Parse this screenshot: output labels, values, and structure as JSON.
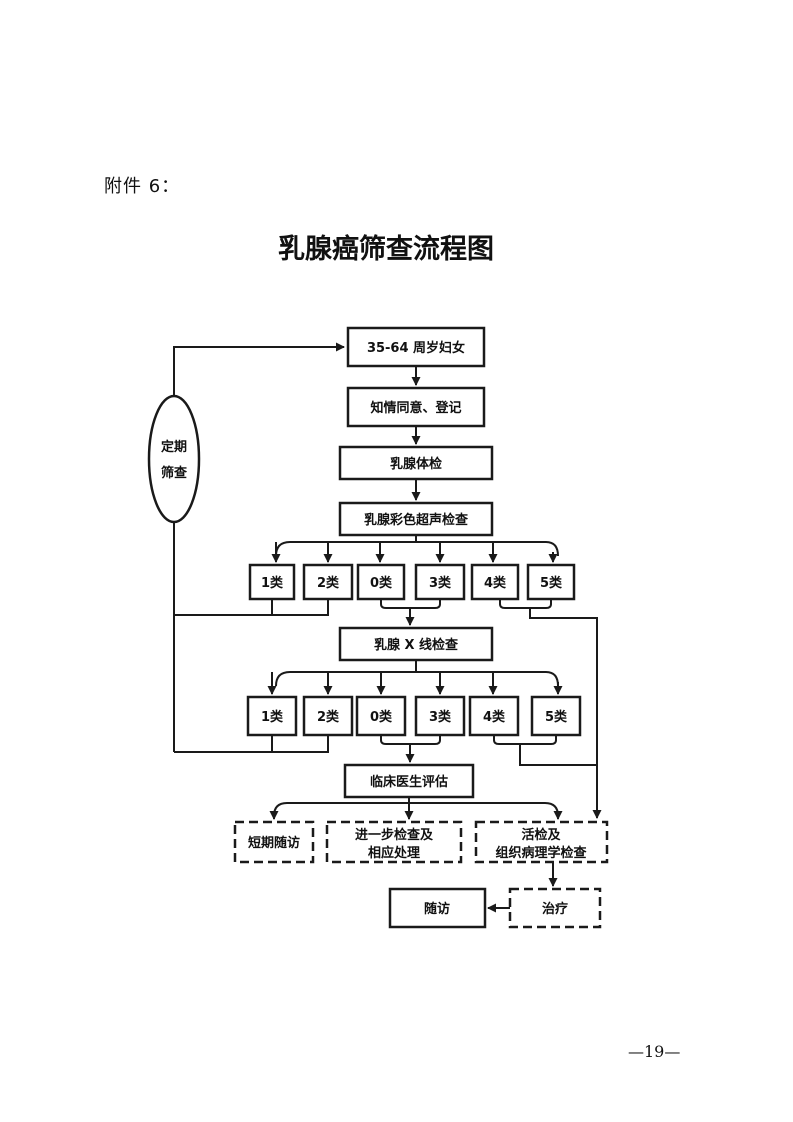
{
  "attachment_label": "附件 6：",
  "page_number": "—19—",
  "diagram": {
    "title": "乳腺癌筛查流程图",
    "women": "35-64 周岁妇女",
    "consent": "知情同意、登记",
    "physical": "乳腺体检",
    "ultrasound": "乳腺彩色超声检查",
    "cat1": "1类",
    "cat2": "2类",
    "cat0": "0类",
    "cat3": "3类",
    "cat4": "4类",
    "cat5": "5类",
    "xray": "乳腺 X 线检查",
    "clinical": "临床医生评估",
    "short_follow": "短期随访",
    "further_line1": "进一步检查及",
    "further_line2": "相应处理",
    "biopsy_line1": "活检及",
    "biopsy_line2": "组织病理学检查",
    "treatment": "治疗",
    "followup": "随访",
    "periodic_line1": "定期",
    "periodic_line2": "筛查"
  }
}
